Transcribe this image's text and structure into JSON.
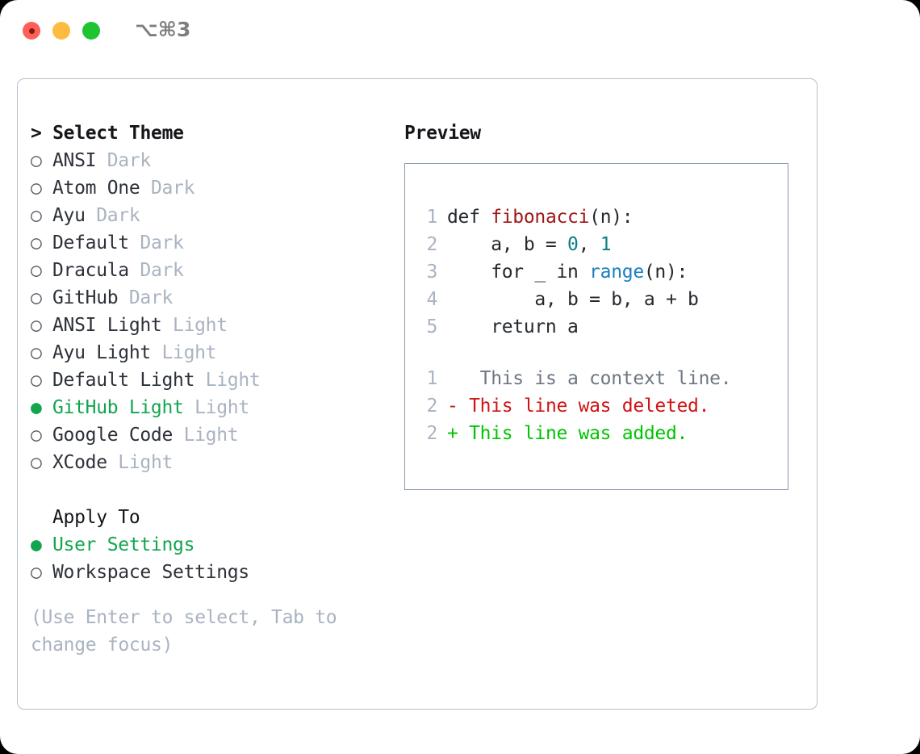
{
  "window": {
    "shortcut": "⌥⌘3",
    "traffic_lights": [
      {
        "name": "close",
        "color": "#fc6058"
      },
      {
        "name": "minimize",
        "color": "#fdbc40"
      },
      {
        "name": "zoom",
        "color": "#1fc431"
      }
    ]
  },
  "theme_picker": {
    "heading": "> Select Theme",
    "items": [
      {
        "marker": "○",
        "label": "ANSI",
        "tag": "Dark",
        "selected": false
      },
      {
        "marker": "○",
        "label": "Atom One",
        "tag": "Dark",
        "selected": false
      },
      {
        "marker": "○",
        "label": "Ayu",
        "tag": "Dark",
        "selected": false
      },
      {
        "marker": "○",
        "label": "Default",
        "tag": "Dark",
        "selected": false
      },
      {
        "marker": "○",
        "label": "Dracula",
        "tag": "Dark",
        "selected": false
      },
      {
        "marker": "○",
        "label": "GitHub",
        "tag": "Dark",
        "selected": false
      },
      {
        "marker": "○",
        "label": "ANSI Light",
        "tag": "Light",
        "selected": false
      },
      {
        "marker": "○",
        "label": "Ayu Light",
        "tag": "Light",
        "selected": false
      },
      {
        "marker": "○",
        "label": "Default Light",
        "tag": "Light",
        "selected": false
      },
      {
        "marker": "●",
        "label": "GitHub Light",
        "tag": "Light",
        "selected": true
      },
      {
        "marker": "○",
        "label": "Google Code",
        "tag": "Light",
        "selected": false
      },
      {
        "marker": "○",
        "label": "XCode",
        "tag": "Light",
        "selected": false
      }
    ]
  },
  "apply_to": {
    "heading": "Apply To",
    "items": [
      {
        "marker": "●",
        "label": "User Settings",
        "selected": true
      },
      {
        "marker": "○",
        "label": "Workspace Settings",
        "selected": false
      }
    ]
  },
  "hint": "(Use Enter to select, Tab to change focus)",
  "preview": {
    "heading": "Preview",
    "code_lines": [
      {
        "num": "1",
        "tokens": [
          {
            "text": "def ",
            "type": "plain"
          },
          {
            "text": "fibonacci",
            "type": "func"
          },
          {
            "text": "(n):",
            "type": "plain"
          }
        ]
      },
      {
        "num": "2",
        "tokens": [
          {
            "text": "    a, b = ",
            "type": "plain"
          },
          {
            "text": "0",
            "type": "num"
          },
          {
            "text": ", ",
            "type": "plain"
          },
          {
            "text": "1",
            "type": "num"
          }
        ]
      },
      {
        "num": "3",
        "tokens": [
          {
            "text": "    for _ in ",
            "type": "plain"
          },
          {
            "text": "range",
            "type": "call"
          },
          {
            "text": "(n):",
            "type": "plain"
          }
        ]
      },
      {
        "num": "4",
        "tokens": [
          {
            "text": "        a, b = b, a + b",
            "type": "plain"
          }
        ]
      },
      {
        "num": "5",
        "tokens": [
          {
            "text": "    return a",
            "type": "plain"
          }
        ]
      }
    ],
    "diff_lines": [
      {
        "num": "1",
        "sign": " ",
        "text": "  This is a context line.",
        "kind": "ctx"
      },
      {
        "num": "2",
        "sign": "-",
        "text": " This line was deleted.",
        "kind": "del"
      },
      {
        "num": "2",
        "sign": "+",
        "text": " This line was added.",
        "kind": "add"
      }
    ]
  },
  "colors": {
    "accent_green": "#12a54e",
    "diff_add": "#00c400",
    "diff_del": "#d01414",
    "func_red": "#a01818",
    "number_teal": "#0d7f85",
    "call_blue": "#1a7fc1",
    "muted": "#a9b3c1",
    "border": "#b6c0cd",
    "preview_border": "#8b9bb0"
  }
}
